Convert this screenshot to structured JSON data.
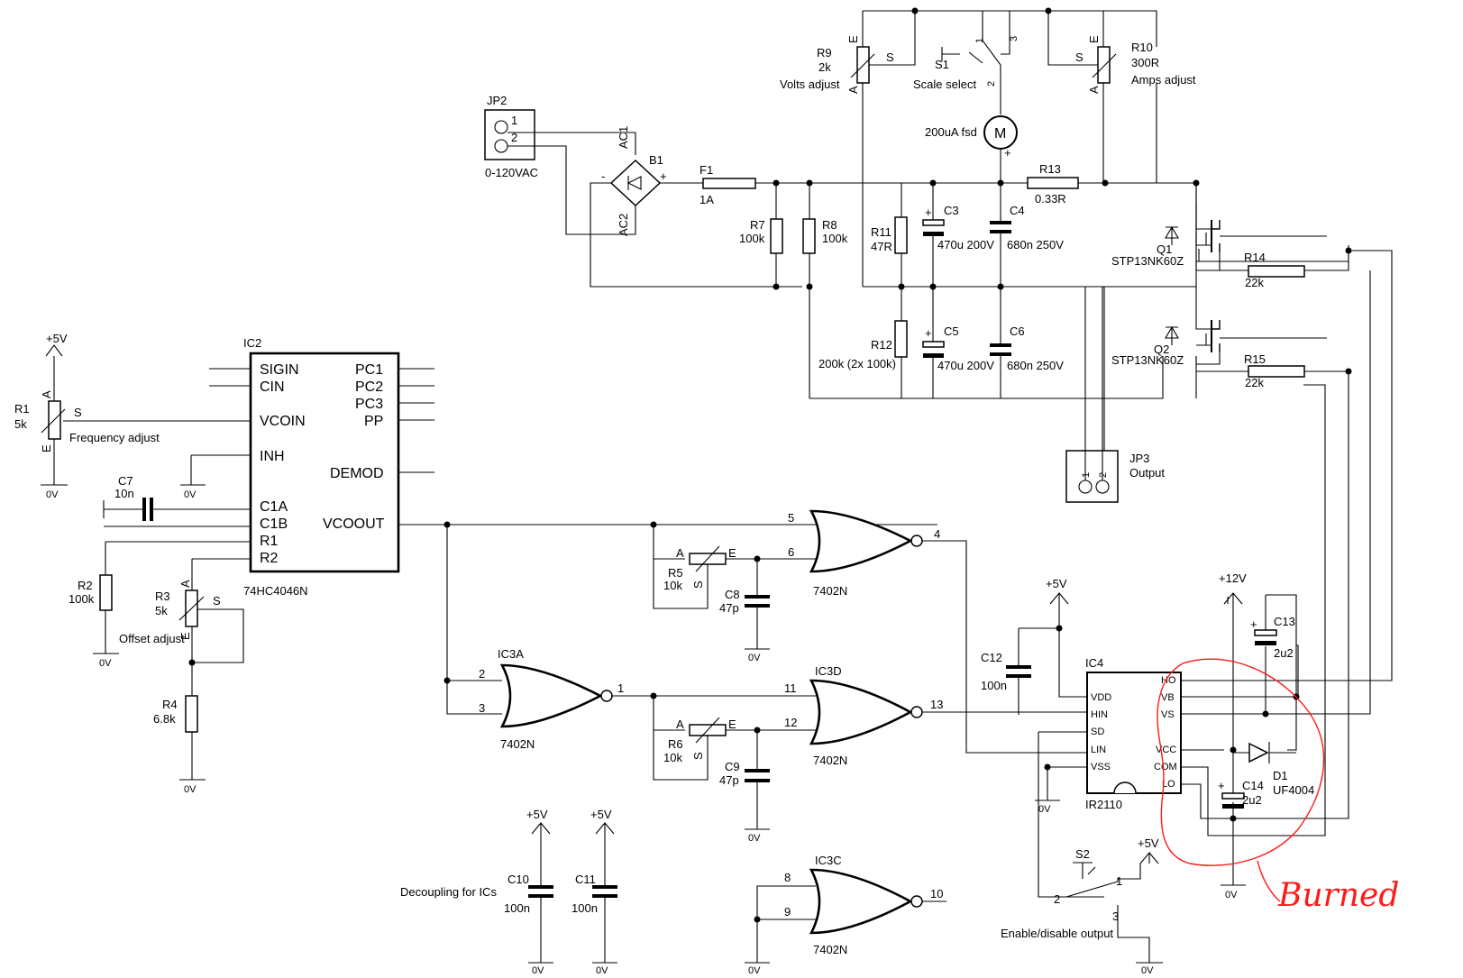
{
  "labels": {
    "jp2": {
      "ref": "JP2",
      "pin1": "1",
      "pin2": "2",
      "desc": "0-120VAC"
    },
    "b1": {
      "ref": "B1",
      "ac1": "AC1",
      "ac2": "AC2",
      "minus": "-",
      "plus": "+"
    },
    "f1": {
      "ref": "F1",
      "val": "1A"
    },
    "r7": {
      "ref": "R7",
      "val": "100k"
    },
    "r8": {
      "ref": "R8",
      "val": "100k"
    },
    "r11": {
      "ref": "R11",
      "val": "47R"
    },
    "r12": {
      "ref": "R12",
      "val": "200k (2x 100k)"
    },
    "c3": {
      "ref": "C3",
      "val": "470u 200V"
    },
    "c4": {
      "ref": "C4",
      "val": "680n 250V"
    },
    "c5": {
      "ref": "C5",
      "val": "470u 200V"
    },
    "c6": {
      "ref": "C6",
      "val": "680n 250V"
    },
    "r13": {
      "ref": "R13",
      "val": "0.33R"
    },
    "r9": {
      "ref": "R9",
      "val": "2k",
      "desc": "Volts adjust"
    },
    "r10": {
      "ref": "R10",
      "val": "300R",
      "desc": "Amps adjust"
    },
    "s1": {
      "ref": "S1",
      "desc": "Scale select"
    },
    "meter": {
      "sym": "M",
      "desc": "200uA fsd"
    },
    "q1": {
      "ref": "Q1",
      "val": "STP13NK60Z"
    },
    "q2": {
      "ref": "Q2",
      "val": "STP13NK60Z"
    },
    "r14": {
      "ref": "R14",
      "val": "22k"
    },
    "r15": {
      "ref": "R15",
      "val": "22k"
    },
    "jp3": {
      "ref": "JP3",
      "desc": "Output"
    },
    "ic2": {
      "ref": "IC2",
      "part": "74HC4046N",
      "pins": [
        "SIGIN",
        "CIN",
        "VCOIN",
        "INH",
        "C1A",
        "C1B",
        "R1",
        "R2",
        "PC1",
        "PC2",
        "PC3",
        "PP",
        "DEMOD",
        "VCOOUT"
      ]
    },
    "r1": {
      "ref": "R1",
      "val": "5k",
      "desc": "Frequency adjust"
    },
    "c7": {
      "ref": "C7",
      "val": "10n"
    },
    "r2": {
      "ref": "R2",
      "val": "100k"
    },
    "r3": {
      "ref": "R3",
      "val": "5k",
      "desc": "Offset adjust"
    },
    "r4": {
      "ref": "R4",
      "val": "6.8k"
    },
    "r5": {
      "ref": "R5",
      "val": "10k"
    },
    "r6": {
      "ref": "R6",
      "val": "10k"
    },
    "c8": {
      "ref": "C8",
      "val": "47p"
    },
    "c9": {
      "ref": "C9",
      "val": "47p"
    },
    "c10": {
      "ref": "C10",
      "val": "100n"
    },
    "c11": {
      "ref": "C11",
      "val": "100n"
    },
    "c12": {
      "ref": "C12",
      "val": "100n"
    },
    "c13": {
      "ref": "C13",
      "val": "2u2"
    },
    "c14": {
      "ref": "C14",
      "val": "2u2"
    },
    "d1": {
      "ref": "D1",
      "val": "UF4004"
    },
    "ic3a": {
      "ref": "IC3A",
      "part": "7402N"
    },
    "ic3b_part": "7402N",
    "ic3c": {
      "ref": "IC3C",
      "part": "7402N"
    },
    "ic3d": {
      "ref": "IC3D",
      "part": "7402N"
    },
    "ic4": {
      "ref": "IC4",
      "part": "IR2110",
      "pins": [
        "HO",
        "VB",
        "VS",
        "VCC",
        "COM",
        "LO",
        "VDD",
        "HIN",
        "SD",
        "LIN",
        "VSS"
      ]
    },
    "s2": {
      "ref": "S2",
      "desc": "Enable/disable output"
    },
    "decoupling": "Decoupling for ICs",
    "rail_5v": "+5V",
    "rail_12v": "+12V",
    "gnd": "0V",
    "pot_a": "A",
    "pot_e": "E",
    "pot_s": "S",
    "pin_numbers": {
      "p1": "1",
      "p2": "2",
      "p3": "3",
      "p4": "4",
      "p5": "5",
      "p6": "6",
      "p8": "8",
      "p9": "9",
      "p10": "10",
      "p11": "11",
      "p12": "12",
      "p13": "13"
    },
    "annotation": "Burned"
  }
}
